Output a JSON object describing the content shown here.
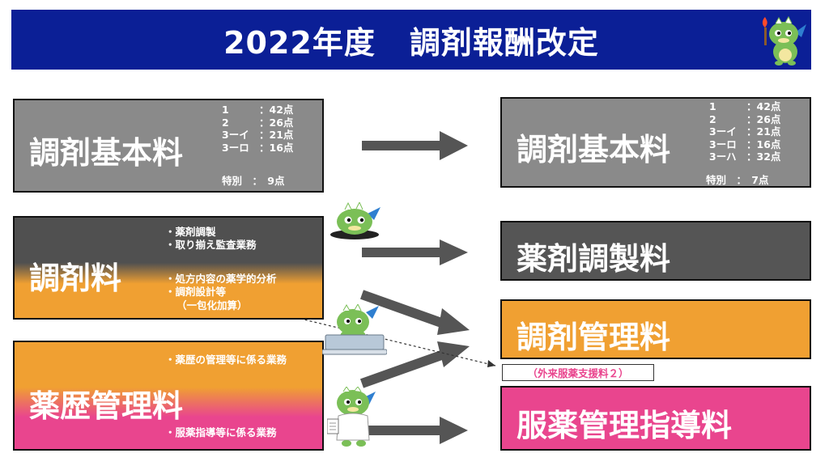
{
  "header": {
    "title_left": "2022年度",
    "title_right": "調剤報酬改定"
  },
  "left": {
    "kihon": {
      "title": "調剤基本料",
      "points": [
        {
          "k": "1",
          "v": "：42点"
        },
        {
          "k": "2",
          "v": "：26点"
        },
        {
          "k": "3ーイ",
          "v": "：21点"
        },
        {
          "k": "3ーロ",
          "v": "：16点"
        }
      ],
      "tokubetsu": "特別　：　9点"
    },
    "chozai": {
      "title": "調剤料",
      "top_items": [
        "・薬剤調製",
        "・取り揃え監査業務"
      ],
      "bottom_items": [
        "・処方内容の薬学的分析",
        "・調剤設計等"
      ],
      "note": "（一包化加算）"
    },
    "yakureki": {
      "title": "薬歴管理料",
      "item_top": "・薬歴の管理等に係る業務",
      "item_bottom": "・服薬指導等に係る業務"
    }
  },
  "right": {
    "kihon": {
      "title": "調剤基本料",
      "points": [
        {
          "k": "1",
          "v": "：42点"
        },
        {
          "k": "2",
          "v": "：26点"
        },
        {
          "k": "3ーイ",
          "v": "：21点"
        },
        {
          "k": "3ーロ",
          "v": "：16点"
        },
        {
          "k": "3ーハ",
          "v": "：32点"
        }
      ],
      "tokubetsu": "特別　：　7点"
    },
    "yakuzai": {
      "title": "薬剤調製料"
    },
    "kanri": {
      "title": "調剤管理料"
    },
    "gairai_tag": "（外来服薬支援料２）",
    "fukuyaku": {
      "title": "服薬管理指導料"
    }
  },
  "colors": {
    "header_bg": "#0b1f96",
    "gray": "#8a8a8a",
    "dark_gray": "#555555",
    "orange": "#f0a032",
    "pink": "#e9458e",
    "arrow": "#555555",
    "mascot": "#7bbf57"
  },
  "icons": [
    "dragon-mascot-icon",
    "torch-icon",
    "laptop-icon",
    "document-icon"
  ]
}
